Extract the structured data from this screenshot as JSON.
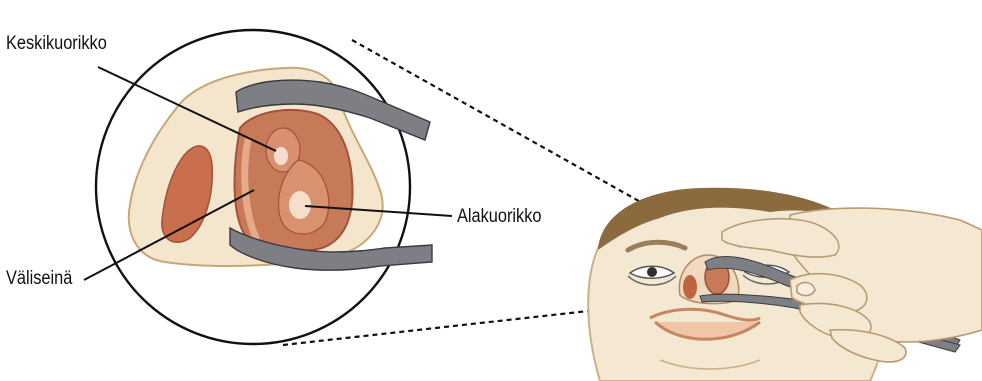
{
  "labels": {
    "middle_turbinate": "Keskikuorikko",
    "inferior_turbinate": "Alakuorikko",
    "septum": "Väliseinä"
  },
  "colors": {
    "skin": "#f3e6cd",
    "skin_outline": "#c9a777",
    "nasal_tissue": "#c77a58",
    "nasal_tissue_dark": "#a2513a",
    "speculum_metal": "#7d7f85",
    "hair": "#8b6a3e",
    "leader_line": "#111111"
  }
}
